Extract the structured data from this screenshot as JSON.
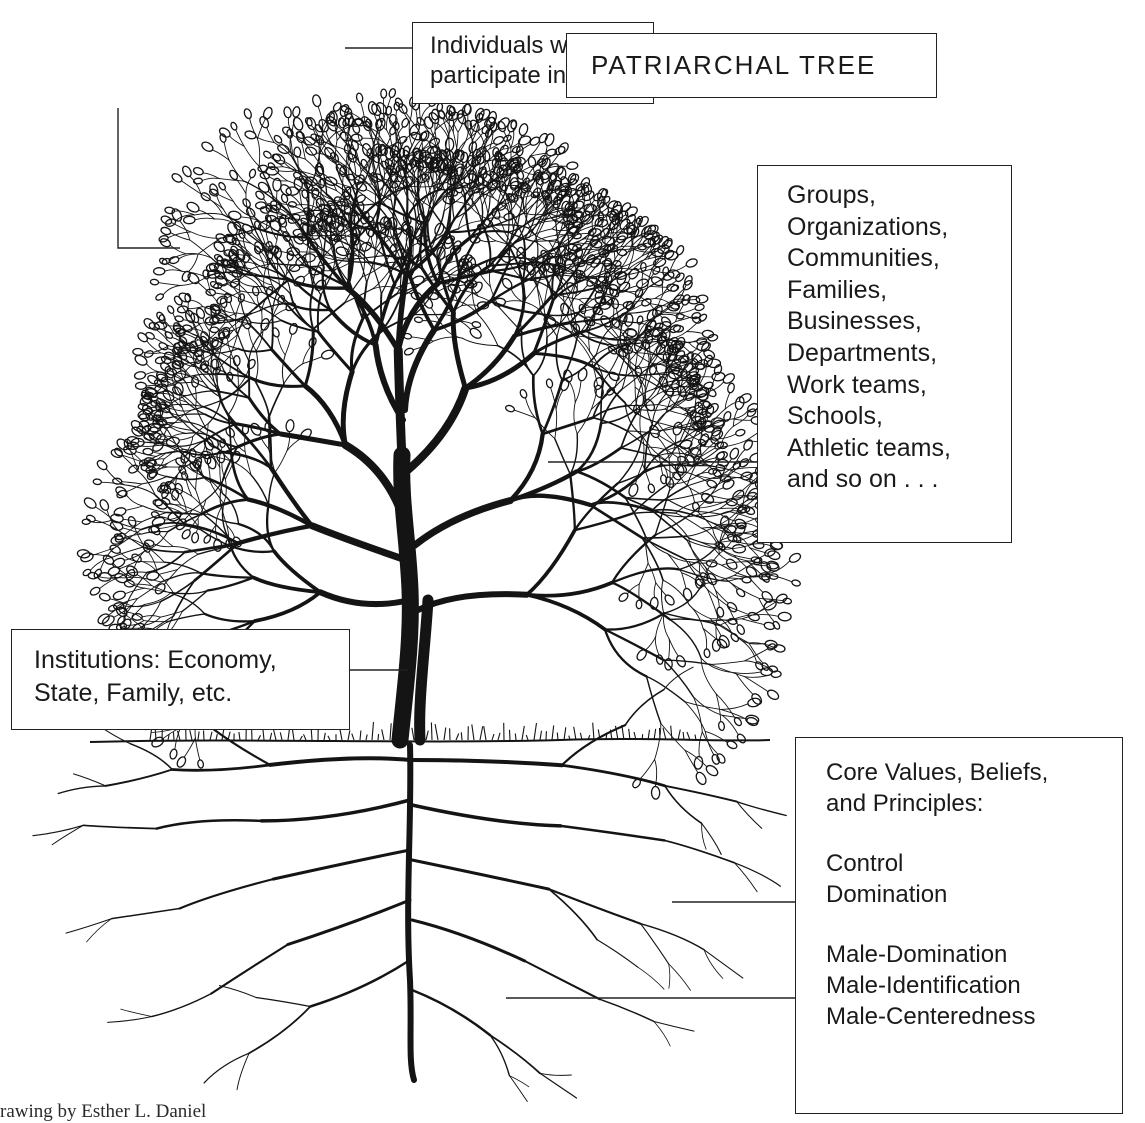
{
  "title": "PATRIARCHAL TREE",
  "individuals": [
    "Individuals who",
    "participate in systems."
  ],
  "groups": [
    "Groups,",
    "Organizations,",
    "Communities,",
    "Families,",
    "Businesses,",
    "Departments,",
    "Work teams,",
    "Schools,",
    "Athletic teams,",
    "and so on . . ."
  ],
  "institutions": [
    "Institutions: Economy,",
    "State, Family, etc."
  ],
  "core_heading": [
    "Core Values, Beliefs,",
    "and Principles:"
  ],
  "core_values_1": [
    "Control",
    "Domination"
  ],
  "core_values_2": [
    "Male-Domination",
    "Male-Identification",
    "Male-Centeredness"
  ],
  "credit": "rawing by Esther L. Daniel",
  "colors": {
    "ink": "#111111",
    "paper": "#ffffff"
  }
}
